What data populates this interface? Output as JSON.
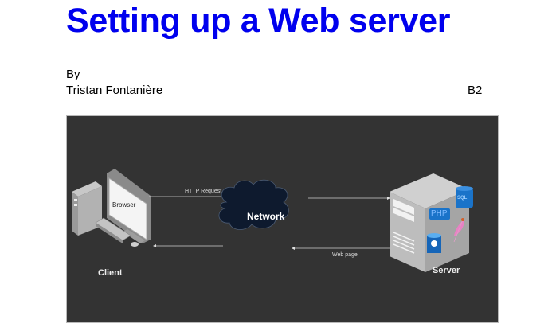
{
  "document": {
    "title": "Setting up a Web server",
    "by_label": "By",
    "author": "Tristan Fontanière",
    "group": "B2"
  },
  "diagram": {
    "client_label": "Client",
    "browser_label": "Browser",
    "network_label": "Network",
    "server_label": "Server",
    "request_label": "HTTP Request",
    "response_label": "Web page",
    "server_badges": {
      "sql": "SQL",
      "php": "PHP"
    },
    "colors": {
      "background": "#333333",
      "cloud": "#0e1a2e",
      "title": "#0000ee",
      "badge_blue": "#1a73c9"
    }
  }
}
